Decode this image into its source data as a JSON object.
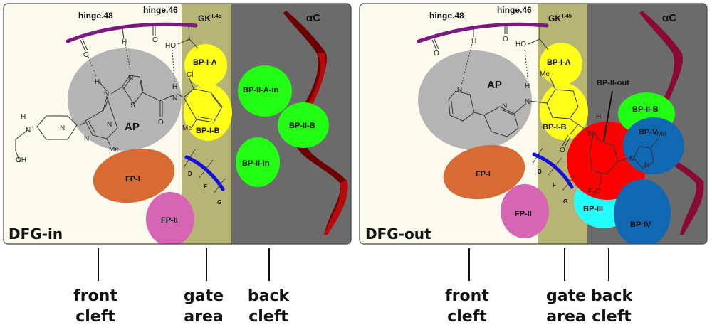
{
  "panels": [
    {
      "state_label": "DFG-in",
      "hinge_labels": [
        "hinge.48",
        "hinge.46"
      ],
      "gatekeeper": {
        "base": "GK",
        "sup": "T.45"
      },
      "helix_label": "αC",
      "pockets": {
        "AP": "AP",
        "FP_I": "FP-I",
        "FP_II": "FP-II",
        "BP_I_A": "BP-I-A",
        "BP_I_B": "BP-I-B",
        "BP_II_A_in": "BP-II-A-in",
        "BP_II_B": "BP-II-B",
        "BP_II_in": "BP-II-in"
      },
      "dfg_letters": [
        "D",
        "F",
        "G"
      ],
      "atoms": {
        "H": "H",
        "N": "N",
        "O": "O",
        "S": "S",
        "HO": "HO",
        "OH": "OH",
        "Cl": "Cl",
        "Me": "Me",
        "Nplus": "N",
        "plus": "+"
      }
    },
    {
      "state_label": "DFG-out",
      "hinge_labels": [
        "hinge.48",
        "hinge.46"
      ],
      "gatekeeper": {
        "base": "GK",
        "sup": "T.45"
      },
      "helix_label": "αC",
      "pockets": {
        "AP": "AP",
        "FP_I": "FP-I",
        "FP_II": "FP-II",
        "BP_I_A": "BP-I-A",
        "BP_I_B": "BP-I-B",
        "BP_II_out": "BP-II-out",
        "BP_II_B": "BP-II-B",
        "BP_III": "BP-III",
        "BP_IV": "BP-IV",
        "BP_V": "BP-V"
      },
      "dfg_letters": [
        "D",
        "F",
        "G"
      ],
      "atoms": {
        "H": "H",
        "N": "N",
        "O": "O",
        "HO": "HO",
        "Me": "Me",
        "F3C": "F",
        "sub3": "3",
        "C": "C"
      }
    }
  ],
  "regions": [
    {
      "line1": "front",
      "line2": "cleft"
    },
    {
      "line1": "gate",
      "line2": "area"
    },
    {
      "line1": "back",
      "line2": "cleft"
    }
  ],
  "colors": {
    "front": "#fdfaee",
    "gate": "#b6b576",
    "back": "#6b6b6b",
    "hinge": "#7a1a7e",
    "ap": "#b4b4b4",
    "fp1": "#d86b33",
    "fp2": "#d666b3",
    "bp1": "#ffff1a",
    "bp2": "#22ff14",
    "bp_out": "#ff0000",
    "bp3": "#22ffff",
    "bp4": "#1068b3",
    "bp5": "#1068b3",
    "dfg": "#1010e6",
    "helix_in": "#b80a0a",
    "helix_in_dark": "#6a0000",
    "helix_out": "#8a0a36"
  }
}
